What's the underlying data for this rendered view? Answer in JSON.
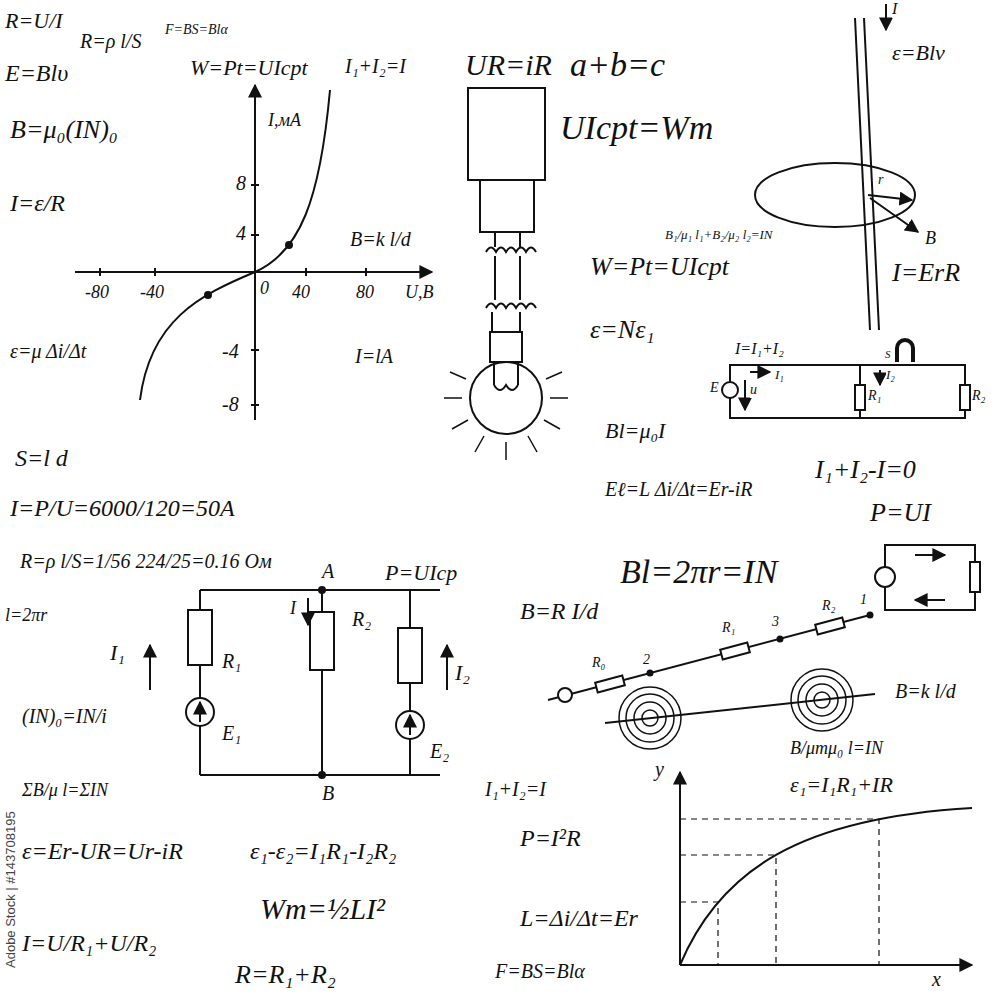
{
  "diagram": {
    "labels": [
      "R=U/I",
      "R=ρ l/S",
      "F=BS=Blα",
      "E=Blυ",
      "W=Pt=UIcpt",
      "I₁+I₂=I",
      "UR=iR",
      "a+b=c",
      "UIcpt=Wm",
      "I",
      "ε=Blv",
      "B=μ₀(IN)₀",
      "I,мА",
      "8",
      "4",
      "-4",
      "-8",
      "-80",
      "-40",
      "0",
      "40",
      "80",
      "U,B",
      "I=ε/R",
      "B=k l/d",
      "B₁/μ₁ l₁+B₂/μ₂ l₂=IN",
      "r",
      "B",
      "W=Pt=UIcpt",
      "I=I₁+I₂",
      "I=ErR",
      "S",
      "ε=Nε₁",
      "E",
      "I₁",
      "u",
      "I₂",
      "R₁",
      "R₂",
      "ε=μ Δi/Δt",
      "I=lA",
      "S=l d",
      "Bl=μ₀I",
      "Eℓ=L Δi/Δt=Er-iR",
      "I₁+I₂-I=0",
      "P=UI",
      "I=P/U=6000/120=50A",
      "R=ρ l/S=1/56 224/25=0.16 Ом",
      "A",
      "P=UIcp",
      "B=R I/d",
      "Bl=2πr=IN",
      "R₀",
      "2",
      "R₁",
      "3",
      "R₂",
      "1",
      "l=2πr",
      "I₁",
      "I",
      "R₁",
      "R₂",
      "I₂",
      "E₁",
      "E₂",
      "B",
      "(IN)₀=IN/i",
      "B=k l/d",
      "B/μmμ₀ l=IN",
      "ε₁=I₁R₁+IR",
      "y",
      "x",
      "ΣB/μ l=ΣIN",
      "I₁+I₂=I",
      "ε=Er-UR=Ur-iR",
      "ε₁-ε₂=I₁R₁-I₂R₂",
      "P=I²R",
      "Wm=½LI²",
      "L=Δi/Δt=Er",
      "I=U/R₁+U/R₂",
      "R=R₁+R₂",
      "F=BS=Blα",
      "Adobe Stock | #143708195"
    ]
  }
}
